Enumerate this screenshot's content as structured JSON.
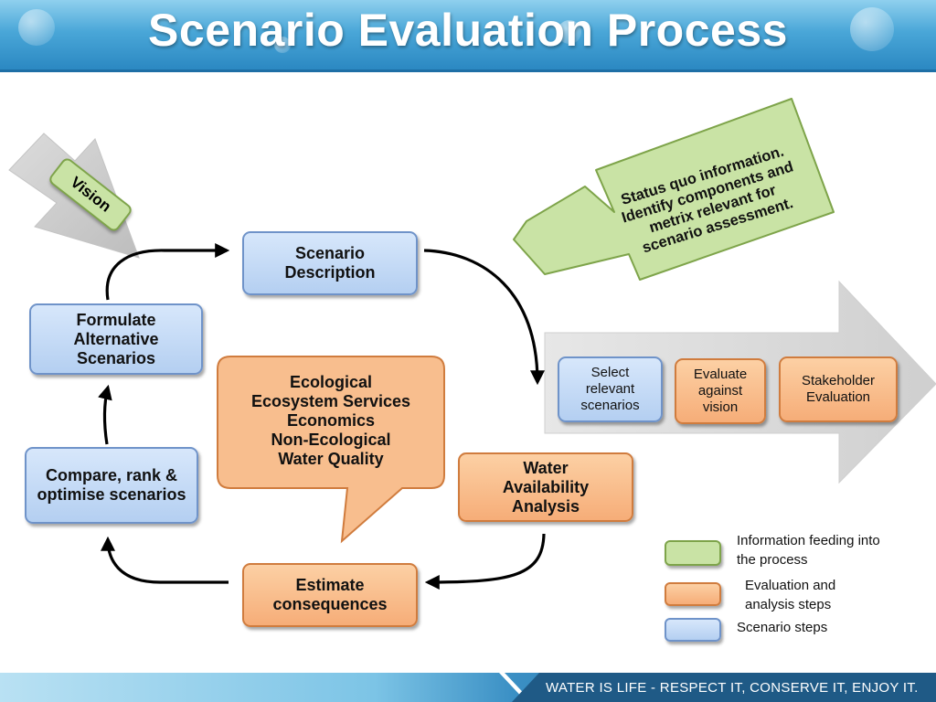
{
  "slide": {
    "title": "Scenario Evaluation Process",
    "footer": "WATER IS LIFE - RESPECT IT, CONSERVE IT, ENJOY IT."
  },
  "inputs": {
    "vision": "Vision",
    "status_quo": "Status quo information. Identify components and metrix relevant for scenario assessment."
  },
  "cycle": {
    "scenario_description": "Scenario Description",
    "formulate": "Formulate Alternative Scenarios",
    "compare": "Compare, rank & optimise scenarios",
    "estimate": "Estimate consequences",
    "water_availability": "Water Availability Analysis",
    "callout": [
      "Ecological",
      "Ecosystem Services",
      "Economics",
      "Non-Ecological",
      "Water Quality"
    ]
  },
  "evaluation": {
    "select": "Select relevant scenarios",
    "evaluate": "Evaluate against vision",
    "stakeholder": "Stakeholder Evaluation"
  },
  "legend": [
    {
      "label": "Information feeding into the process",
      "color": "#c9e3a5"
    },
    {
      "label": "Evaluation and analysis steps",
      "color": "#f9bd8c"
    },
    {
      "label": "Scenario steps",
      "color": "#b8d2f2"
    }
  ],
  "colors": {
    "scenario_blue": "#b8d2f2",
    "analysis_orange": "#f9bd8c",
    "info_green": "#c9e3a5",
    "header_blue": "#3a95cd"
  }
}
